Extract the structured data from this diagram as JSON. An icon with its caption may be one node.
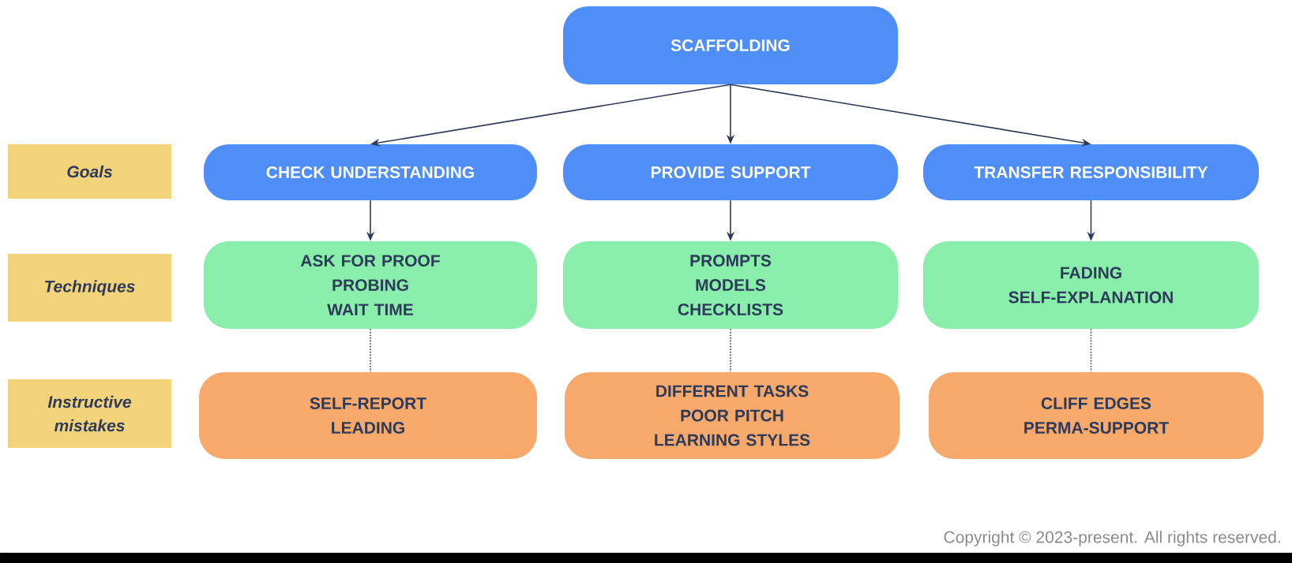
{
  "diagram": {
    "nodes": [
      {
        "text": [
          "SCAFFOLDING"
        ]
      },
      {
        "text": [
          "Goals"
        ]
      },
      {
        "text": [
          "CHECK UNDERSTANDING"
        ]
      },
      {
        "text": [
          "PROVIDE SUPPORT"
        ]
      },
      {
        "text": [
          "TRANSFER RESPONSIBILITY"
        ]
      },
      {
        "text": [
          "Techniques"
        ]
      },
      {
        "text": [
          "ASK FOR PROOF",
          "PROBING",
          "WAIT TIME"
        ]
      },
      {
        "text": [
          "PROMPTS",
          "MODELS",
          "CHECKLISTS"
        ]
      },
      {
        "text": [
          "FADING",
          "SELF-EXPLANATION"
        ]
      },
      {
        "text": [
          "Instructive mistakes"
        ]
      },
      {
        "text": [
          "SELF-REPORT",
          "LEADING"
        ]
      },
      {
        "text": [
          "DIFFERENT TASKS",
          "POOR PITCH",
          "LEARNING STYLES"
        ]
      },
      {
        "text": [
          "CLIFF EDGES",
          "PERMA-SUPPORT"
        ]
      }
    ],
    "edges": [
      {
        "from": 0,
        "to": 2,
        "arrow": "to"
      },
      {
        "from": 0,
        "to": 3,
        "arrow": "to"
      },
      {
        "from": 0,
        "to": 4,
        "arrow": "to"
      },
      {
        "from": 2,
        "to": 6,
        "arrow": "to"
      },
      {
        "from": 3,
        "to": 7,
        "arrow": "to"
      },
      {
        "from": 4,
        "to": 8,
        "arrow": "to"
      },
      {
        "from": 6,
        "to": 10,
        "arrow": "none",
        "style": "dashed"
      },
      {
        "from": 7,
        "to": 11,
        "arrow": "none",
        "style": "dashed"
      },
      {
        "from": 8,
        "to": 12,
        "arrow": "none",
        "style": "dashed"
      }
    ],
    "labels": [
      "Copyright © 2023-present. All rights reserved."
    ]
  }
}
